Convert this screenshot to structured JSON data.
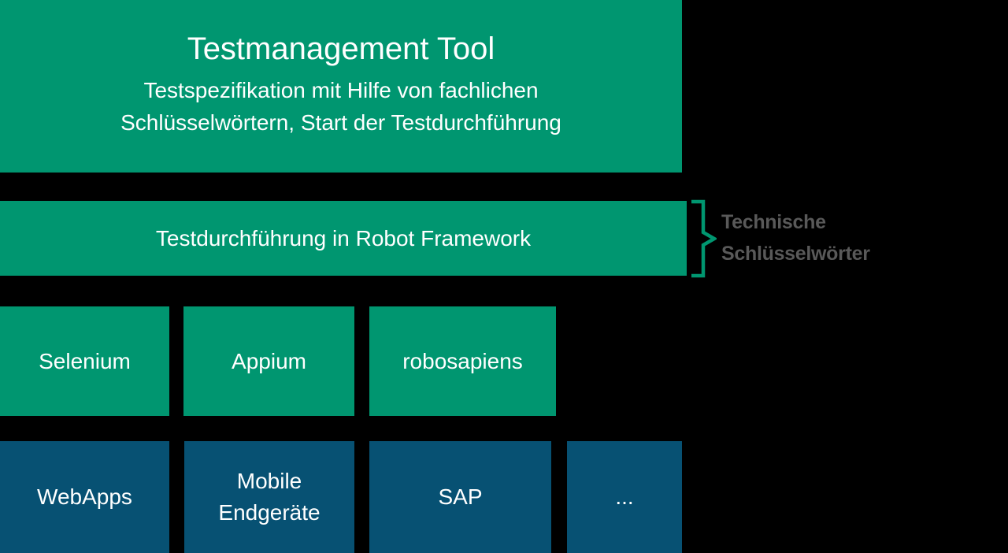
{
  "colors": {
    "box_green": "#009670",
    "box_blue": "#075173",
    "label_gray": "#595959",
    "background": "#000000",
    "box_text": "#ffffff"
  },
  "top_box": {
    "title": "Testmanagement Tool",
    "subtitle_lines": [
      "Testspezifikation mit Hilfe von fachlichen",
      "Schlüsselwörtern, Start der Testdurchführung"
    ]
  },
  "robot_box": {
    "label": "Testdurchführung in Robot Framework"
  },
  "brace_label": {
    "lines": [
      "Technische",
      "Schlüsselwörter"
    ]
  },
  "libraries": [
    {
      "label": "Selenium"
    },
    {
      "label": "Appium"
    },
    {
      "label": "robosapiens"
    }
  ],
  "targets": [
    {
      "label": "WebApps"
    },
    {
      "lines": [
        "Mobile",
        "Endgeräte"
      ]
    },
    {
      "label": "SAP"
    },
    {
      "label": "..."
    }
  ]
}
